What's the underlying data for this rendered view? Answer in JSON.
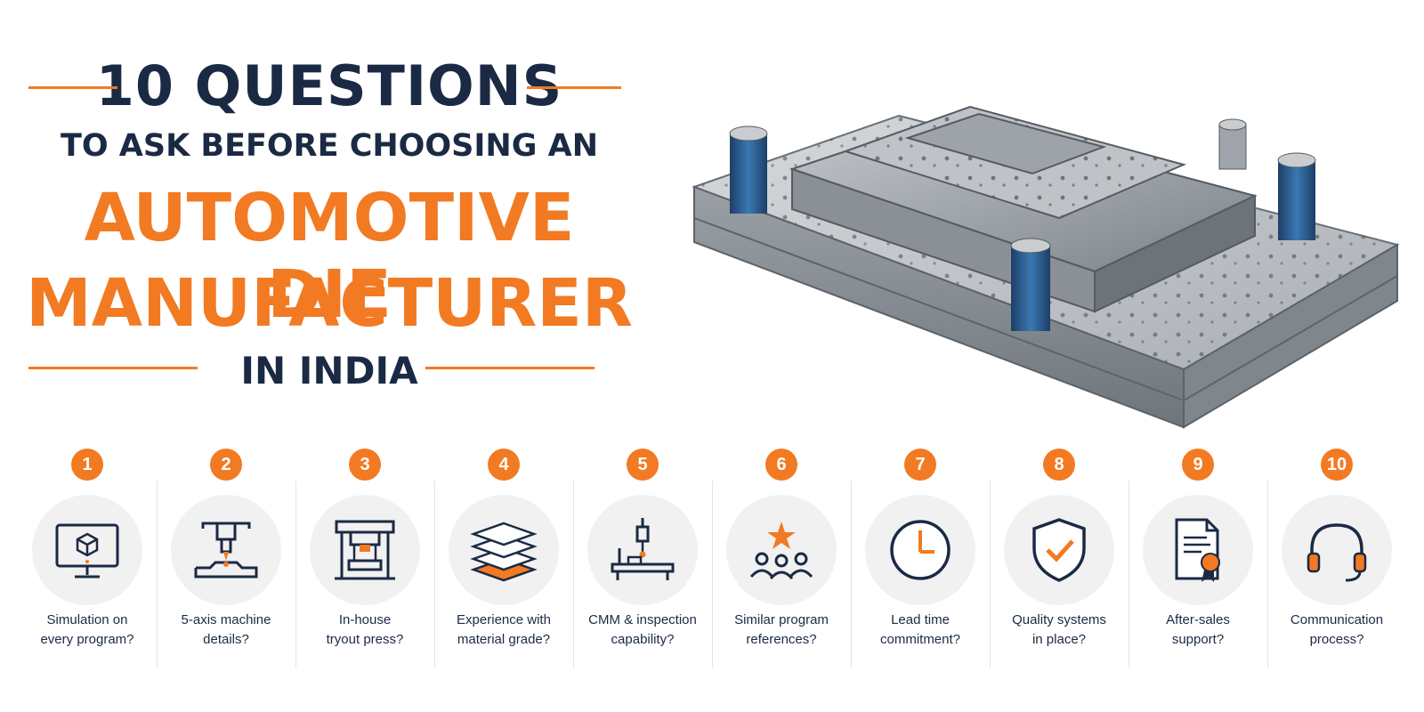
{
  "header": {
    "line1": "10 QUESTIONS",
    "line2": "TO ASK BEFORE CHOOSING AN",
    "line3": "AUTOMOTIVE DIE",
    "line4": "MANUFACTURER",
    "line5": "IN INDIA"
  },
  "colors": {
    "accent": "#f27a22",
    "navy": "#1b2a44",
    "steel": "#8f969c",
    "guide-blue": "#2b5f93"
  },
  "questions": [
    {
      "number": "1",
      "icon": "monitor-cube-icon",
      "line1": "Simulation on",
      "line2": "every program?"
    },
    {
      "number": "2",
      "icon": "cnc-machine-icon",
      "line1": "5-axis machine",
      "line2": "details?"
    },
    {
      "number": "3",
      "icon": "tryout-press-icon",
      "line1": "In-house",
      "line2": "tryout press?"
    },
    {
      "number": "4",
      "icon": "material-layers-icon",
      "line1": "Experience with",
      "line2": "material grade?"
    },
    {
      "number": "5",
      "icon": "cmm-probe-icon",
      "line1": "CMM & inspection",
      "line2": "capability?"
    },
    {
      "number": "6",
      "icon": "star-people-icon",
      "line1": "Similar program",
      "line2": "references?"
    },
    {
      "number": "7",
      "icon": "clock-icon",
      "line1": "Lead time",
      "line2": "commitment?"
    },
    {
      "number": "8",
      "icon": "shield-check-icon",
      "line1": "Quality systems",
      "line2": "in place?"
    },
    {
      "number": "9",
      "icon": "certificate-icon",
      "line1": "After-sales",
      "line2": "support?"
    },
    {
      "number": "10",
      "icon": "headset-icon",
      "line1": "Communication",
      "line2": "process?"
    }
  ]
}
